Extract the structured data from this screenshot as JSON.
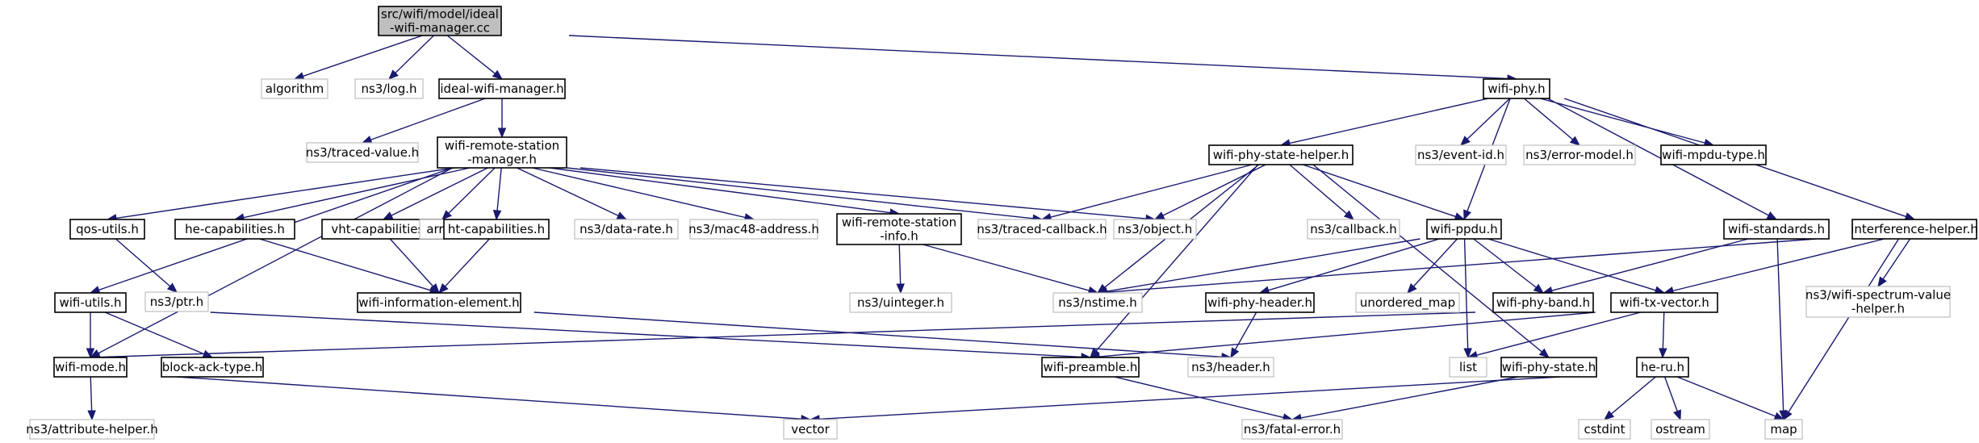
{
  "diagram": {
    "colors": {
      "edge": "#191970",
      "node_border": "#000000",
      "external_border": "#bfbfbf",
      "root_fill": "#bfbfbf",
      "background": "#ffffff"
    },
    "nodes": [
      {
        "id": "root",
        "lines": [
          "src/wifi/model/ideal",
          "-wifi-manager.cc"
        ],
        "kind": "root"
      },
      {
        "id": "algorithm",
        "lines": [
          "algorithm"
        ],
        "kind": "ext"
      },
      {
        "id": "ns3log",
        "lines": [
          "ns3/log.h"
        ],
        "kind": "ext"
      },
      {
        "id": "idealwm",
        "lines": [
          "ideal-wifi-manager.h"
        ],
        "kind": "int"
      },
      {
        "id": "wifiphy",
        "lines": [
          "wifi-phy.h"
        ],
        "kind": "int"
      },
      {
        "id": "tracedvalue",
        "lines": [
          "ns3/traced-value.h"
        ],
        "kind": "ext"
      },
      {
        "id": "wrsm",
        "lines": [
          "wifi-remote-station",
          "-manager.h"
        ],
        "kind": "int"
      },
      {
        "id": "wpsh",
        "lines": [
          "wifi-phy-state-helper.h"
        ],
        "kind": "int"
      },
      {
        "id": "eventid",
        "lines": [
          "ns3/event-id.h"
        ],
        "kind": "ext"
      },
      {
        "id": "errormodel",
        "lines": [
          "ns3/error-model.h"
        ],
        "kind": "ext"
      },
      {
        "id": "mpdutype",
        "lines": [
          "wifi-mpdu-type.h"
        ],
        "kind": "int"
      },
      {
        "id": "qosutils",
        "lines": [
          "qos-utils.h"
        ],
        "kind": "int"
      },
      {
        "id": "hecap",
        "lines": [
          "he-capabilities.h"
        ],
        "kind": "int"
      },
      {
        "id": "vhtcap",
        "lines": [
          "vht-capabilities.h"
        ],
        "kind": "int"
      },
      {
        "id": "array",
        "lines": [
          "array"
        ],
        "kind": "ext"
      },
      {
        "id": "htcap",
        "lines": [
          "ht-capabilities.h"
        ],
        "kind": "int"
      },
      {
        "id": "datarate",
        "lines": [
          "ns3/data-rate.h"
        ],
        "kind": "ext"
      },
      {
        "id": "mac48",
        "lines": [
          "ns3/mac48-address.h"
        ],
        "kind": "ext"
      },
      {
        "id": "wrsinfo",
        "lines": [
          "wifi-remote-station",
          "-info.h"
        ],
        "kind": "int"
      },
      {
        "id": "tracedcb",
        "lines": [
          "ns3/traced-callback.h"
        ],
        "kind": "ext"
      },
      {
        "id": "object",
        "lines": [
          "ns3/object.h"
        ],
        "kind": "ext"
      },
      {
        "id": "callback",
        "lines": [
          "ns3/callback.h"
        ],
        "kind": "ext"
      },
      {
        "id": "wifippdu",
        "lines": [
          "wifi-ppdu.h"
        ],
        "kind": "int"
      },
      {
        "id": "wifistandards",
        "lines": [
          "wifi-standards.h"
        ],
        "kind": "int"
      },
      {
        "id": "interf",
        "lines": [
          "interference-helper.h"
        ],
        "kind": "int"
      },
      {
        "id": "ptr",
        "lines": [
          "ns3/ptr.h"
        ],
        "kind": "ext"
      },
      {
        "id": "wifiutils",
        "lines": [
          "wifi-utils.h"
        ],
        "kind": "int"
      },
      {
        "id": "wie",
        "lines": [
          "wifi-information-element.h"
        ],
        "kind": "int"
      },
      {
        "id": "uinteger",
        "lines": [
          "ns3/uinteger.h"
        ],
        "kind": "ext"
      },
      {
        "id": "nstime",
        "lines": [
          "ns3/nstime.h"
        ],
        "kind": "ext"
      },
      {
        "id": "phyheader",
        "lines": [
          "wifi-phy-header.h"
        ],
        "kind": "int"
      },
      {
        "id": "umap",
        "lines": [
          "unordered_map"
        ],
        "kind": "ext"
      },
      {
        "id": "phyband",
        "lines": [
          "wifi-phy-band.h"
        ],
        "kind": "int"
      },
      {
        "id": "txvector",
        "lines": [
          "wifi-tx-vector.h"
        ],
        "kind": "int"
      },
      {
        "id": "spectrum",
        "lines": [
          "ns3/wifi-spectrum-value",
          "-helper.h"
        ],
        "kind": "ext"
      },
      {
        "id": "wifimode",
        "lines": [
          "wifi-mode.h"
        ],
        "kind": "int"
      },
      {
        "id": "blockack",
        "lines": [
          "block-ack-type.h"
        ],
        "kind": "int"
      },
      {
        "id": "preamble",
        "lines": [
          "wifi-preamble.h"
        ],
        "kind": "int"
      },
      {
        "id": "header",
        "lines": [
          "ns3/header.h"
        ],
        "kind": "ext"
      },
      {
        "id": "list",
        "lines": [
          "list"
        ],
        "kind": "ext"
      },
      {
        "id": "phystate",
        "lines": [
          "wifi-phy-state.h"
        ],
        "kind": "int"
      },
      {
        "id": "heru",
        "lines": [
          "he-ru.h"
        ],
        "kind": "int"
      },
      {
        "id": "attrhelper",
        "lines": [
          "ns3/attribute-helper.h"
        ],
        "kind": "ext"
      },
      {
        "id": "vector",
        "lines": [
          "vector"
        ],
        "kind": "ext"
      },
      {
        "id": "fatalerror",
        "lines": [
          "ns3/fatal-error.h"
        ],
        "kind": "ext"
      },
      {
        "id": "cstdint",
        "lines": [
          "cstdint"
        ],
        "kind": "ext"
      },
      {
        "id": "ostream",
        "lines": [
          "ostream"
        ],
        "kind": "ext"
      },
      {
        "id": "map",
        "lines": [
          "map"
        ],
        "kind": "ext"
      }
    ],
    "edges": [
      [
        "root",
        "algorithm"
      ],
      [
        "root",
        "ns3log"
      ],
      [
        "root",
        "idealwm"
      ],
      [
        "root",
        "wifiphy"
      ],
      [
        "idealwm",
        "tracedvalue"
      ],
      [
        "idealwm",
        "wrsm"
      ],
      [
        "wifiphy",
        "wpsh"
      ],
      [
        "wifiphy",
        "eventid"
      ],
      [
        "wifiphy",
        "errormodel"
      ],
      [
        "wifiphy",
        "mpdutype"
      ],
      [
        "wifiphy",
        "wifippdu"
      ],
      [
        "wifiphy",
        "wifistandards"
      ],
      [
        "wifiphy",
        "interf"
      ],
      [
        "wrsm",
        "qosutils"
      ],
      [
        "wrsm",
        "hecap"
      ],
      [
        "wrsm",
        "vhtcap"
      ],
      [
        "wrsm",
        "array"
      ],
      [
        "wrsm",
        "htcap"
      ],
      [
        "wrsm",
        "datarate"
      ],
      [
        "wrsm",
        "mac48"
      ],
      [
        "wrsm",
        "wrsinfo"
      ],
      [
        "wrsm",
        "tracedcb"
      ],
      [
        "wrsm",
        "object"
      ],
      [
        "wrsm",
        "wifiutils"
      ],
      [
        "wrsm",
        "wifimode"
      ],
      [
        "wpsh",
        "tracedcb"
      ],
      [
        "wpsh",
        "object"
      ],
      [
        "wpsh",
        "callback"
      ],
      [
        "wpsh",
        "wifippdu"
      ],
      [
        "wpsh",
        "nstime"
      ],
      [
        "wpsh",
        "preamble"
      ],
      [
        "wpsh",
        "phystate"
      ],
      [
        "qosutils",
        "ptr"
      ],
      [
        "hecap",
        "wie"
      ],
      [
        "vhtcap",
        "wie"
      ],
      [
        "htcap",
        "wie"
      ],
      [
        "wrsinfo",
        "uinteger"
      ],
      [
        "wrsinfo",
        "nstime"
      ],
      [
        "wifippdu",
        "nstime"
      ],
      [
        "wifippdu",
        "phyheader"
      ],
      [
        "wifippdu",
        "umap"
      ],
      [
        "wifippdu",
        "phyband"
      ],
      [
        "wifippdu",
        "txvector"
      ],
      [
        "wifippdu",
        "list"
      ],
      [
        "wifistandards",
        "phyband"
      ],
      [
        "wifistandards",
        "map"
      ],
      [
        "interf",
        "nstime"
      ],
      [
        "interf",
        "spectrum"
      ],
      [
        "interf",
        "txvector"
      ],
      [
        "interf",
        "map"
      ],
      [
        "wifiutils",
        "wifimode"
      ],
      [
        "wifiutils",
        "blockack"
      ],
      [
        "wifiutils",
        "preamble"
      ],
      [
        "wie",
        "header"
      ],
      [
        "phyheader",
        "header"
      ],
      [
        "txvector",
        "wifimode"
      ],
      [
        "txvector",
        "preamble"
      ],
      [
        "txvector",
        "list"
      ],
      [
        "txvector",
        "heru"
      ],
      [
        "wifimode",
        "attrhelper"
      ],
      [
        "wifimode",
        "vector"
      ],
      [
        "preamble",
        "fatalerror"
      ],
      [
        "phystate",
        "fatalerror"
      ],
      [
        "heru",
        "vector"
      ],
      [
        "heru",
        "cstdint"
      ],
      [
        "heru",
        "ostream"
      ],
      [
        "heru",
        "map"
      ]
    ]
  }
}
